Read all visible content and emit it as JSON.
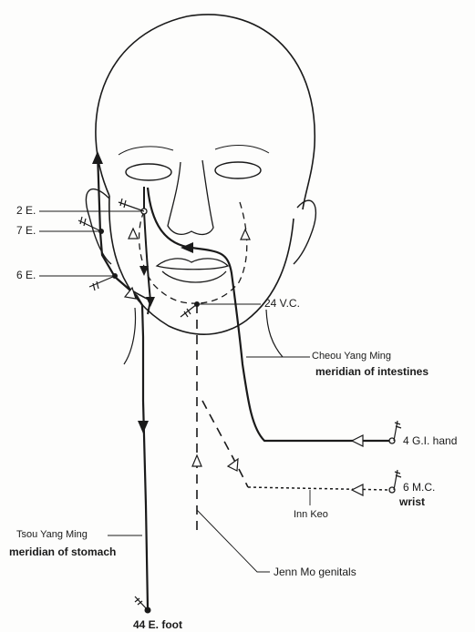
{
  "points": {
    "e2": "2 E.",
    "e7": "7 E.",
    "e6": "6 E.",
    "vc24": "24 V.C.",
    "gi4": "4 G.I. hand",
    "mc6": "6 M.C.",
    "mc6_sub": "wrist",
    "e44": "44 E. foot"
  },
  "meridians": {
    "intestines_name": "Cheou Yang Ming",
    "intestines_desc": "meridian of intestines",
    "inn_keo": "Inn Keo",
    "stomach_name": "Tsou Yang Ming",
    "stomach_desc": "meridian of stomach",
    "jenn_mo": "Jenn Mo genitals"
  },
  "colors": {
    "ink": "#1a1a1a",
    "paper": "#fdfdfc"
  }
}
